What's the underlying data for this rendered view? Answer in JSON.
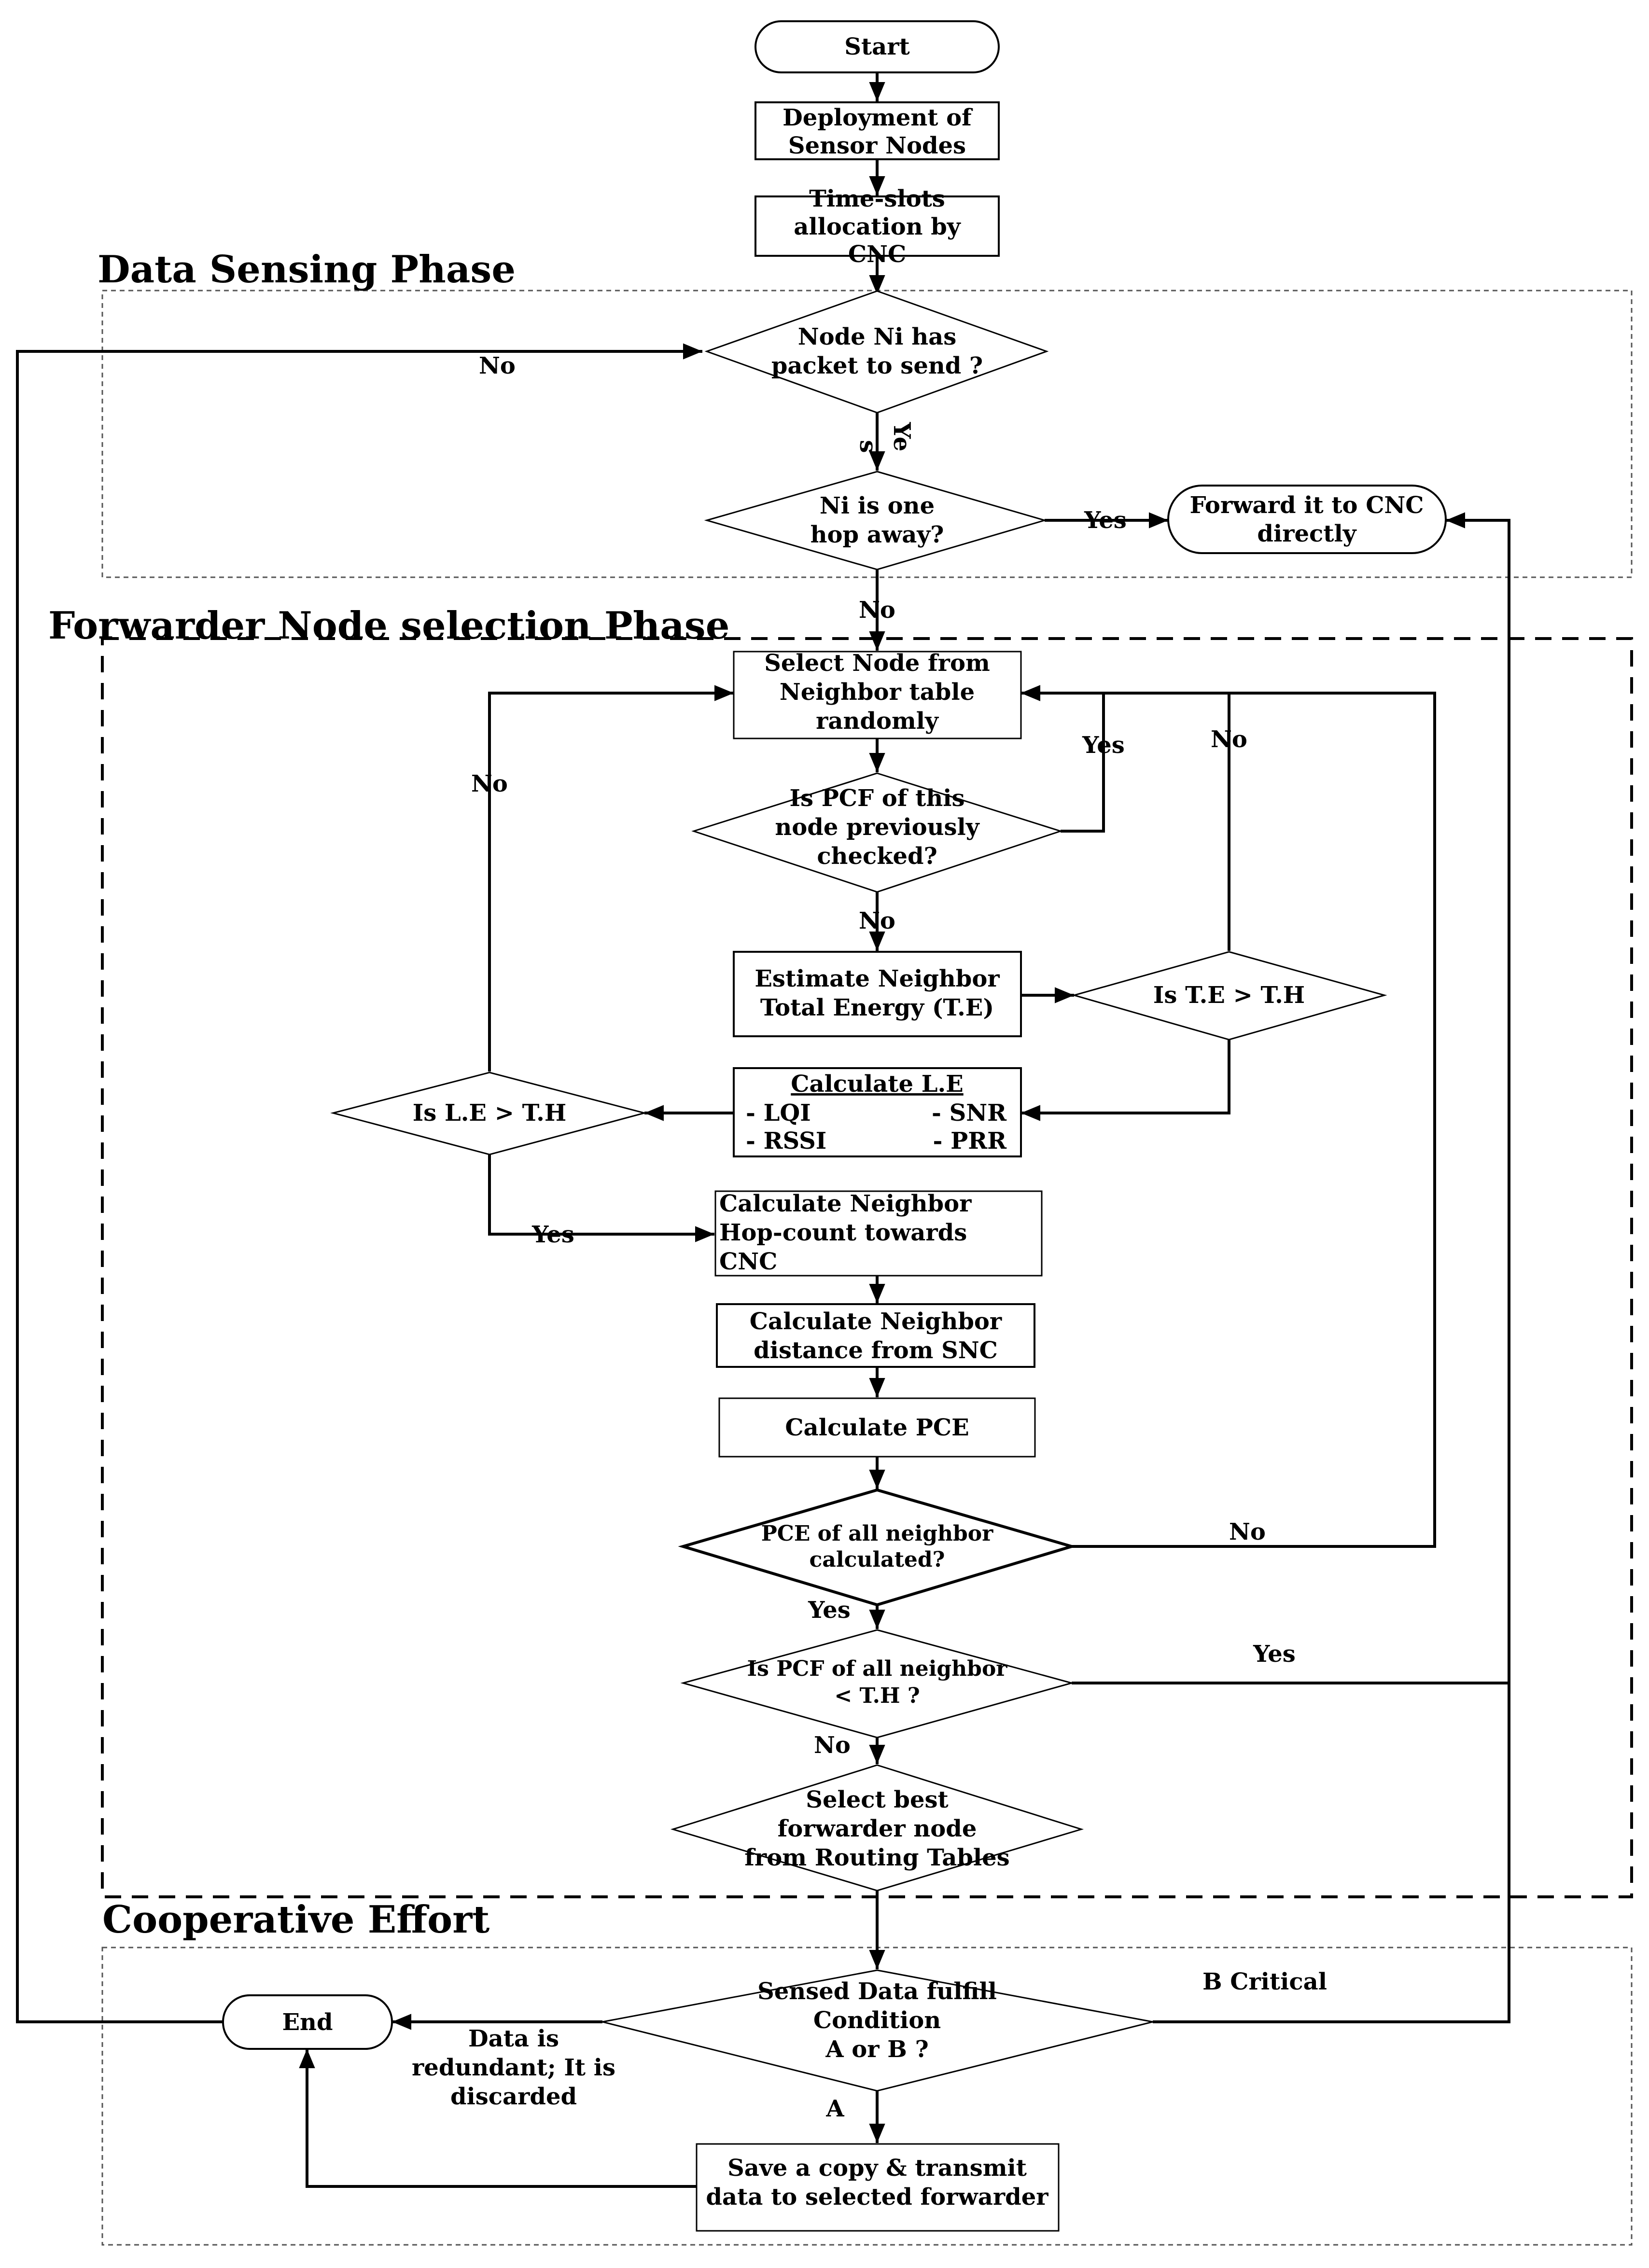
{
  "phases": {
    "sensing": "Data Sensing Phase",
    "forwarder": "Forwarder Node selection Phase",
    "cooperative": "Cooperative Effort"
  },
  "nodes": {
    "start": "Start",
    "deploy": [
      "Deployment of",
      "Sensor Nodes"
    ],
    "timeslots": [
      "Time-slots",
      "allocation by",
      "CNC"
    ],
    "has_packet": [
      "Node Ni has",
      "packet to send ?"
    ],
    "one_hop": [
      "Ni is one",
      "hop away?"
    ],
    "forward_cnc": [
      "Forward it to CNC",
      "directly"
    ],
    "select_node": [
      "Select Node from",
      "Neighbor table",
      "randomly"
    ],
    "pcf_checked": [
      "Is PCF of this",
      "node previously",
      "checked?"
    ],
    "estimate_te": [
      "Estimate Neighbor",
      "Total Energy (T.E)"
    ],
    "is_te": "Is T.E > T.H",
    "calc_le_title": "Calculate L.E",
    "calc_le_items": [
      "- LQI",
      "- SNR",
      "- RSSI",
      "- PRR"
    ],
    "is_le": "Is L.E > T.H",
    "hop_count": [
      "Calculate Neighbor",
      "Hop-count towards",
      "CNC"
    ],
    "distance": [
      "Calculate Neighbor",
      "distance from SNC"
    ],
    "calc_pce": "Calculate PCE",
    "pce_all": [
      "PCE of all neighbor",
      "calculated?"
    ],
    "pcf_all_th": [
      "Is PCF of all neighbor",
      "< T.H ?"
    ],
    "select_best": [
      "Select best",
      "forwarder node",
      "from Routing Tables"
    ],
    "sensed": [
      "Sensed Data fulfill",
      "Condition",
      "A or B ?"
    ],
    "end": "End",
    "save_copy": [
      "Save a copy & transmit",
      "data to selected forwarder"
    ]
  },
  "edge_labels": {
    "no_packet": "No",
    "yes_packet": [
      "Ye",
      "s"
    ],
    "yes_one_hop": "Yes",
    "no_one_hop": "No",
    "yes_checked": "Yes",
    "no_te": "No",
    "no_le": "No",
    "no_checked": "No",
    "yes_le": "Yes",
    "no_pce": "No",
    "yes_pce": "Yes",
    "yes_pcf_th": "Yes",
    "no_pcf_th": "No",
    "b_critical": "B Critical",
    "redundant": [
      "Data is",
      "redundant; It is",
      "discarded"
    ],
    "a_label": "A"
  }
}
